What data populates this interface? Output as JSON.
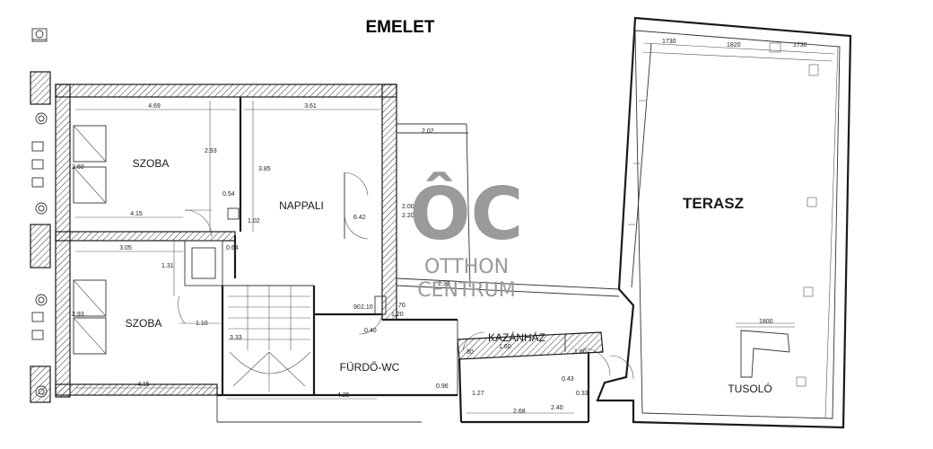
{
  "title": "EMELET",
  "rooms": {
    "szoba_1": "SZOBA",
    "szoba_2": "SZOBA",
    "nappali": "NAPPALI",
    "terasz": "TERASZ",
    "furdo_wc": "FÜRDŐ-WC",
    "kazanhaz": "KAZÁNHÁZ",
    "tusolo": "TUSOLÓ"
  },
  "dimensions": {
    "d_469": "4.69",
    "d_361": "3.61",
    "d_293": "2.93",
    "d_385": "3.85",
    "d_260": "2.60",
    "d_054": "0.54",
    "d_415a": "4.15",
    "d_102": "1.02",
    "d_042": "6.42",
    "d_200": "2.00",
    "d_220": "2.20",
    "d_202": "2.02",
    "d_305": "3.05",
    "d_064": "0.64",
    "d_131": "1.31",
    "d_293b": "2.93",
    "d_110": "1.10",
    "d_333": "3.33",
    "d_415b": "4.15",
    "d_425": "4.25",
    "d_230": "2.30",
    "d_070": "70",
    "d_120": "1,20",
    "d_090": "90",
    "d_210": "2,10",
    "d_040": "0.40",
    "d_096": "0.96",
    "d_127": "1.27",
    "d_268": "2.68",
    "d_080": "80",
    "d_160a": "1.60",
    "d_160b": "1.60",
    "d_043": "0.43",
    "d_033": "0.33",
    "d_240": "2.40",
    "d_1730a": "1730",
    "d_1820": "1820",
    "d_1730b": "1730",
    "d_1800": "1800"
  },
  "watermark": {
    "monogram": "ÔC",
    "line1": "OTTHON",
    "line2": "CENTRUM"
  }
}
